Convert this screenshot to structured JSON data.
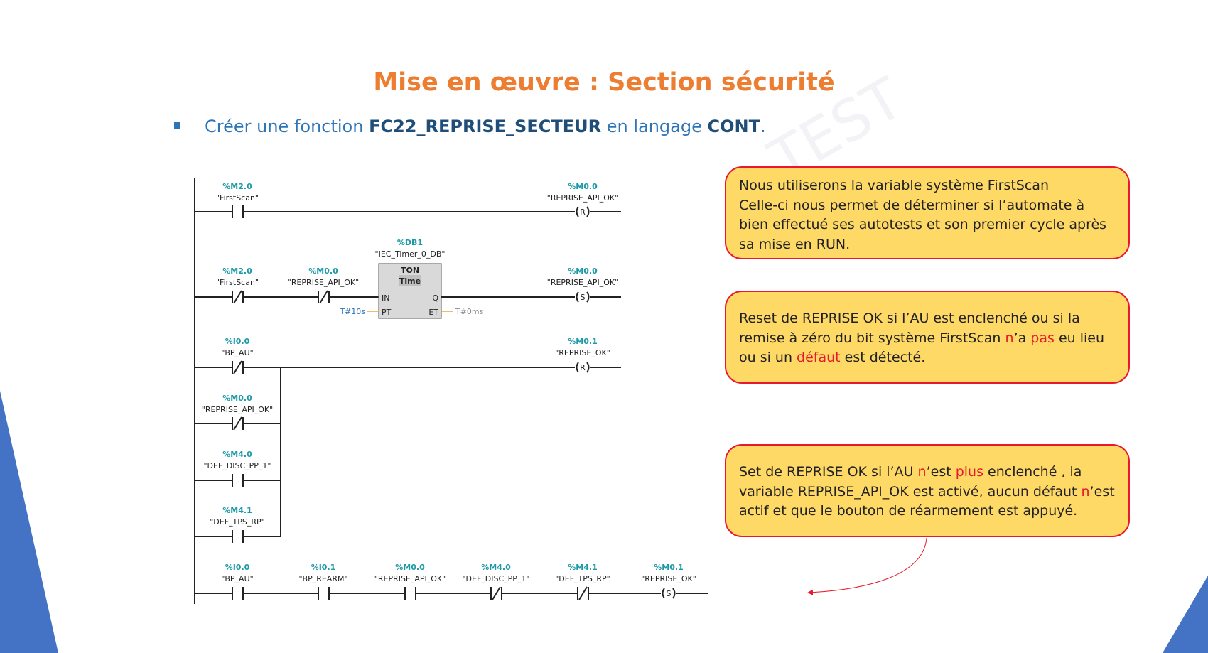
{
  "slide": {
    "title": "Mise en œuvre : Section sécurité",
    "bullet": {
      "text_before": "Créer une fonction ",
      "function_name": "FC22_REPRISE_SECTEUR",
      "text_middle": " en langage ",
      "language": "CONT",
      "text_after": "."
    },
    "watermark": "TEST"
  },
  "notes": [
    {
      "lines": [
        "Nous utiliserons la variable système FirstScan",
        "Celle-ci nous permet de déterminer si l’automate à",
        "bien effectué ses autotests et son premier cycle après",
        "sa mise en RUN."
      ]
    },
    {
      "line1": "Reset de REPRISE OK si l’AU est enclenché ou si la",
      "line2_a": "remise à zéro du bit système FirstScan ",
      "line2_red1": "n",
      "line2_b": "’a ",
      "line2_red2": "pas",
      "line2_c": " eu lieu",
      "line3_a": "ou si un ",
      "line3_red": "défaut",
      "line3_b": " est détecté."
    },
    {
      "line1_a": "Set de REPRISE OK si l’AU ",
      "line1_red1": "n",
      "line1_b": "’est ",
      "line1_red2": "plus",
      "line1_c": " enclenché , la",
      "line2_a": "variable REPRISE_API_OK est activé, aucun défaut ",
      "line2_red": "n",
      "line2_b": "’est",
      "line3": "actif et que le bouton de réarmement est appuyé."
    }
  ],
  "ladder": {
    "network1": {
      "contact": {
        "address": "%M2.0",
        "symbol": "\"FirstScan\"",
        "type": "NO"
      },
      "coil": {
        "address": "%M0.0",
        "symbol": "\"REPRISE_API_OK\"",
        "type": "R"
      }
    },
    "network2": {
      "contact1": {
        "address": "%M2.0",
        "symbol": "\"FirstScan\"",
        "type": "NC"
      },
      "contact2": {
        "address": "%M0.0",
        "symbol": "\"REPRISE_API_OK\"",
        "type": "NC"
      },
      "timer": {
        "db": "%DB1",
        "instance": "\"IEC_Timer_0_DB\"",
        "type": "TON",
        "subtype": "Time",
        "pin_in": "IN",
        "pin_pt": "PT",
        "pin_q": "Q",
        "pin_et": "ET",
        "pt_value": "T#10s",
        "et_value": "T#0ms"
      },
      "coil": {
        "address": "%M0.0",
        "symbol": "\"REPRISE_API_OK\"",
        "type": "S"
      }
    },
    "network3": {
      "contacts": [
        {
          "address": "%I0.0",
          "symbol": "\"BP_AU\"",
          "type": "NC"
        },
        {
          "address": "%M0.0",
          "symbol": "\"REPRISE_API_OK\"",
          "type": "NC"
        },
        {
          "address": "%M4.0",
          "symbol": "\"DEF_DISC_PP_1\"",
          "type": "NO"
        },
        {
          "address": "%M4.1",
          "symbol": "\"DEF_TPS_RP\"",
          "type": "NO"
        }
      ],
      "coil": {
        "address": "%M0.1",
        "symbol": "\"REPRISE_OK\"",
        "type": "R"
      }
    },
    "network4": {
      "contacts": [
        {
          "address": "%I0.0",
          "symbol": "\"BP_AU\"",
          "type": "NO"
        },
        {
          "address": "%I0.1",
          "symbol": "\"BP_REARM\"",
          "type": "NO"
        },
        {
          "address": "%M0.0",
          "symbol": "\"REPRISE_API_OK\"",
          "type": "NO"
        },
        {
          "address": "%M4.0",
          "symbol": "\"DEF_DISC_PP_1\"",
          "type": "NC"
        },
        {
          "address": "%M4.1",
          "symbol": "\"DEF_TPS_RP\"",
          "type": "NC"
        }
      ],
      "coil": {
        "address": "%M0.1",
        "symbol": "\"REPRISE_OK\"",
        "type": "S"
      }
    }
  },
  "colors": {
    "title": "#ED7D31",
    "bullet_text": "#2E75B6",
    "bullet_bold": "#1F4E79",
    "note_fill": "#FFD966",
    "note_border": "#E8192C",
    "highlight": "#E8192C",
    "tag_teal": "#1A9AA6",
    "deco_blue": "#4472C4"
  }
}
